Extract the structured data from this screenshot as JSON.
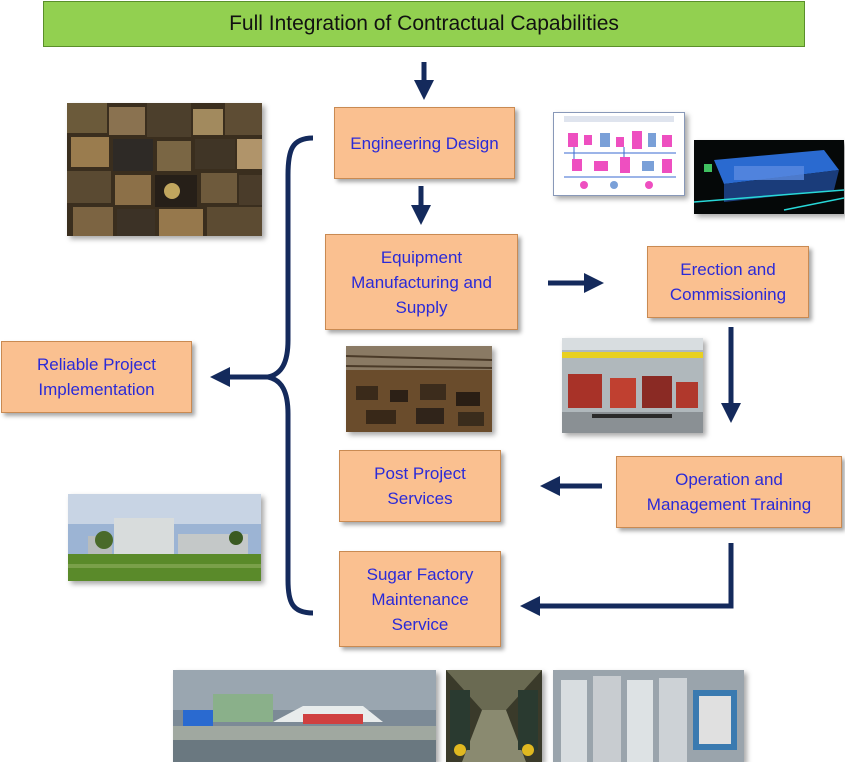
{
  "title": "Full Integration of Contractual Capabilities",
  "boxes": {
    "engineering_design": "Engineering Design",
    "equipment_manufacturing": "Equipment\nManufacturing and\nSupply",
    "erection_commissioning": "Erection and\nCommissioning",
    "operation_training": "Operation and\nManagement Training",
    "post_project": "Post Project\nServices",
    "maintenance": "Sugar Factory\nMaintenance\nService",
    "reliable_implementation": "Reliable Project\nImplementation"
  },
  "colors": {
    "title_fill": "#92d050",
    "box_fill": "#fac090",
    "box_text": "#2a2ad8",
    "arrow": "#142a5c"
  },
  "photos": [
    "industrial-collage-photo",
    "process-flow-schematic",
    "3d-plant-model-render",
    "manufacturing-workshop-photo",
    "factory-interior-crane-photo",
    "sugar-factory-exterior-photo",
    "plant-aerial-view-photo",
    "factory-corridor-photo",
    "steel-tanks-photo"
  ]
}
